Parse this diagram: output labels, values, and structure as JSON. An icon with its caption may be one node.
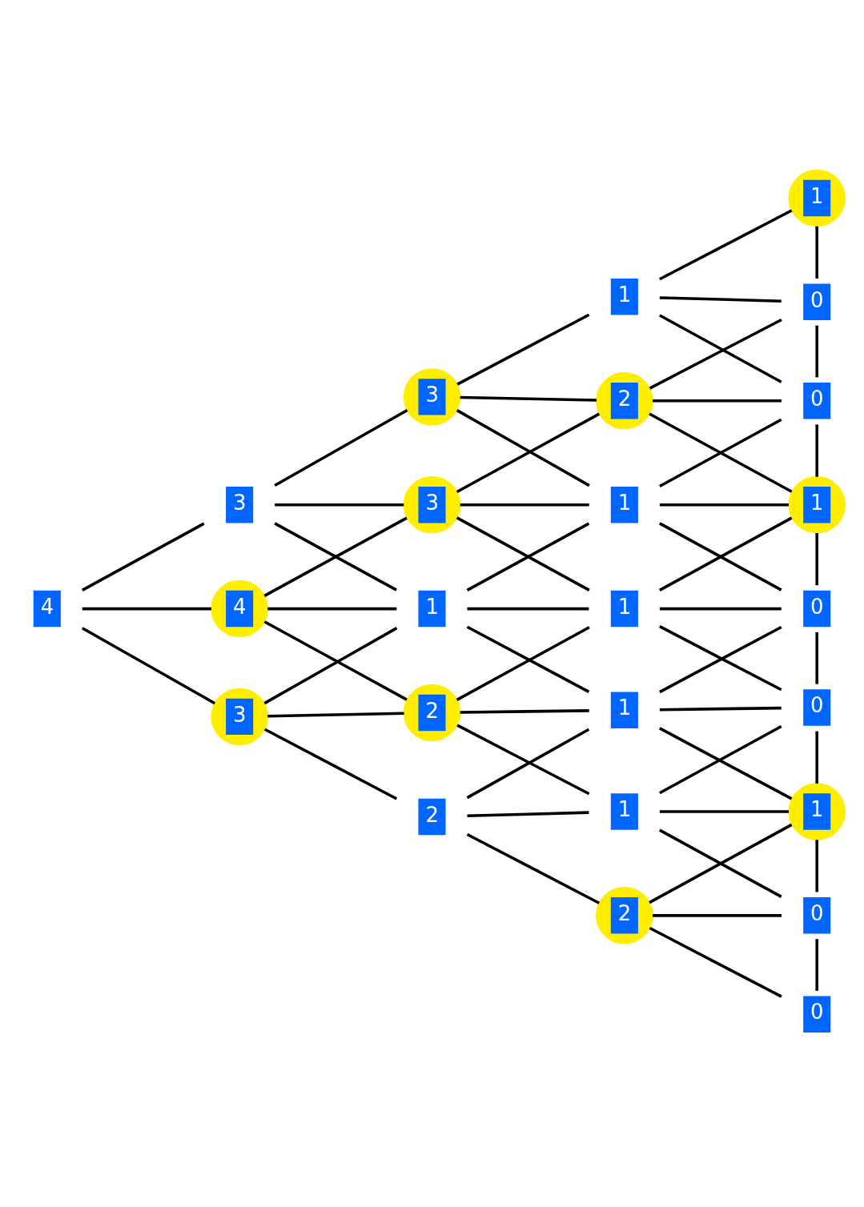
{
  "diagram": {
    "nodes": [
      {
        "text": [
          "1"
        ]
      },
      {
        "text": [
          "1"
        ]
      },
      {
        "text": [
          "0"
        ]
      },
      {
        "text": [
          "3"
        ]
      },
      {
        "text": [
          "2"
        ]
      },
      {
        "text": [
          "0"
        ]
      },
      {
        "text": [
          "3"
        ]
      },
      {
        "text": [
          "3"
        ]
      },
      {
        "text": [
          "1"
        ]
      },
      {
        "text": [
          "1"
        ]
      },
      {
        "text": [
          "4"
        ]
      },
      {
        "text": [
          "4"
        ]
      },
      {
        "text": [
          "1"
        ]
      },
      {
        "text": [
          "1"
        ]
      },
      {
        "text": [
          "0"
        ]
      },
      {
        "text": [
          "3"
        ]
      },
      {
        "text": [
          "2"
        ]
      },
      {
        "text": [
          "1"
        ]
      },
      {
        "text": [
          "0"
        ]
      },
      {
        "text": [
          "2"
        ]
      },
      {
        "text": [
          "1"
        ]
      },
      {
        "text": [
          "1"
        ]
      },
      {
        "text": [
          "2"
        ]
      },
      {
        "text": [
          "0"
        ]
      },
      {
        "text": [
          "0"
        ]
      }
    ],
    "edges": [
      {
        "from": 1,
        "to": 0,
        "arrow": "none"
      },
      {
        "from": 1,
        "to": 2,
        "arrow": "none"
      },
      {
        "from": 1,
        "to": 5,
        "arrow": "none"
      },
      {
        "from": 3,
        "to": 1,
        "arrow": "none"
      },
      {
        "from": 3,
        "to": 4,
        "arrow": "none"
      },
      {
        "from": 3,
        "to": 8,
        "arrow": "none"
      },
      {
        "from": 4,
        "to": 2,
        "arrow": "none"
      },
      {
        "from": 4,
        "to": 5,
        "arrow": "none"
      },
      {
        "from": 4,
        "to": 9,
        "arrow": "none"
      },
      {
        "from": 6,
        "to": 3,
        "arrow": "none"
      },
      {
        "from": 6,
        "to": 7,
        "arrow": "none"
      },
      {
        "from": 6,
        "to": 12,
        "arrow": "none"
      },
      {
        "from": 7,
        "to": 4,
        "arrow": "none"
      },
      {
        "from": 7,
        "to": 8,
        "arrow": "none"
      },
      {
        "from": 7,
        "to": 13,
        "arrow": "none"
      },
      {
        "from": 8,
        "to": 5,
        "arrow": "none"
      },
      {
        "from": 8,
        "to": 9,
        "arrow": "none"
      },
      {
        "from": 8,
        "to": 14,
        "arrow": "none"
      },
      {
        "from": 10,
        "to": 6,
        "arrow": "none"
      },
      {
        "from": 10,
        "to": 11,
        "arrow": "none"
      },
      {
        "from": 10,
        "to": 15,
        "arrow": "none"
      },
      {
        "from": 11,
        "to": 7,
        "arrow": "none"
      },
      {
        "from": 11,
        "to": 12,
        "arrow": "none"
      },
      {
        "from": 11,
        "to": 16,
        "arrow": "none"
      },
      {
        "from": 12,
        "to": 8,
        "arrow": "none"
      },
      {
        "from": 12,
        "to": 13,
        "arrow": "none"
      },
      {
        "from": 12,
        "to": 17,
        "arrow": "none"
      },
      {
        "from": 13,
        "to": 9,
        "arrow": "none"
      },
      {
        "from": 13,
        "to": 14,
        "arrow": "none"
      },
      {
        "from": 13,
        "to": 18,
        "arrow": "none"
      },
      {
        "from": 15,
        "to": 12,
        "arrow": "none"
      },
      {
        "from": 15,
        "to": 16,
        "arrow": "none"
      },
      {
        "from": 15,
        "to": 19,
        "arrow": "none"
      },
      {
        "from": 16,
        "to": 13,
        "arrow": "none"
      },
      {
        "from": 16,
        "to": 17,
        "arrow": "none"
      },
      {
        "from": 16,
        "to": 20,
        "arrow": "none"
      },
      {
        "from": 17,
        "to": 14,
        "arrow": "none"
      },
      {
        "from": 17,
        "to": 18,
        "arrow": "none"
      },
      {
        "from": 17,
        "to": 21,
        "arrow": "none"
      },
      {
        "from": 19,
        "to": 17,
        "arrow": "none"
      },
      {
        "from": 19,
        "to": 20,
        "arrow": "none"
      },
      {
        "from": 19,
        "to": 22,
        "arrow": "none"
      },
      {
        "from": 20,
        "to": 18,
        "arrow": "none"
      },
      {
        "from": 20,
        "to": 21,
        "arrow": "none"
      },
      {
        "from": 20,
        "to": 23,
        "arrow": "none"
      },
      {
        "from": 22,
        "to": 21,
        "arrow": "none"
      },
      {
        "from": 22,
        "to": 23,
        "arrow": "none"
      },
      {
        "from": 22,
        "to": 24,
        "arrow": "none"
      },
      {
        "from": 0,
        "to": 2,
        "arrow": "none"
      },
      {
        "from": 2,
        "to": 5,
        "arrow": "none"
      },
      {
        "from": 5,
        "to": 9,
        "arrow": "none"
      },
      {
        "from": 9,
        "to": 14,
        "arrow": "none"
      },
      {
        "from": 14,
        "to": 18,
        "arrow": "none"
      },
      {
        "from": 18,
        "to": 21,
        "arrow": "none"
      },
      {
        "from": 21,
        "to": 23,
        "arrow": "none"
      },
      {
        "from": 23,
        "to": 24,
        "arrow": "none"
      }
    ]
  }
}
